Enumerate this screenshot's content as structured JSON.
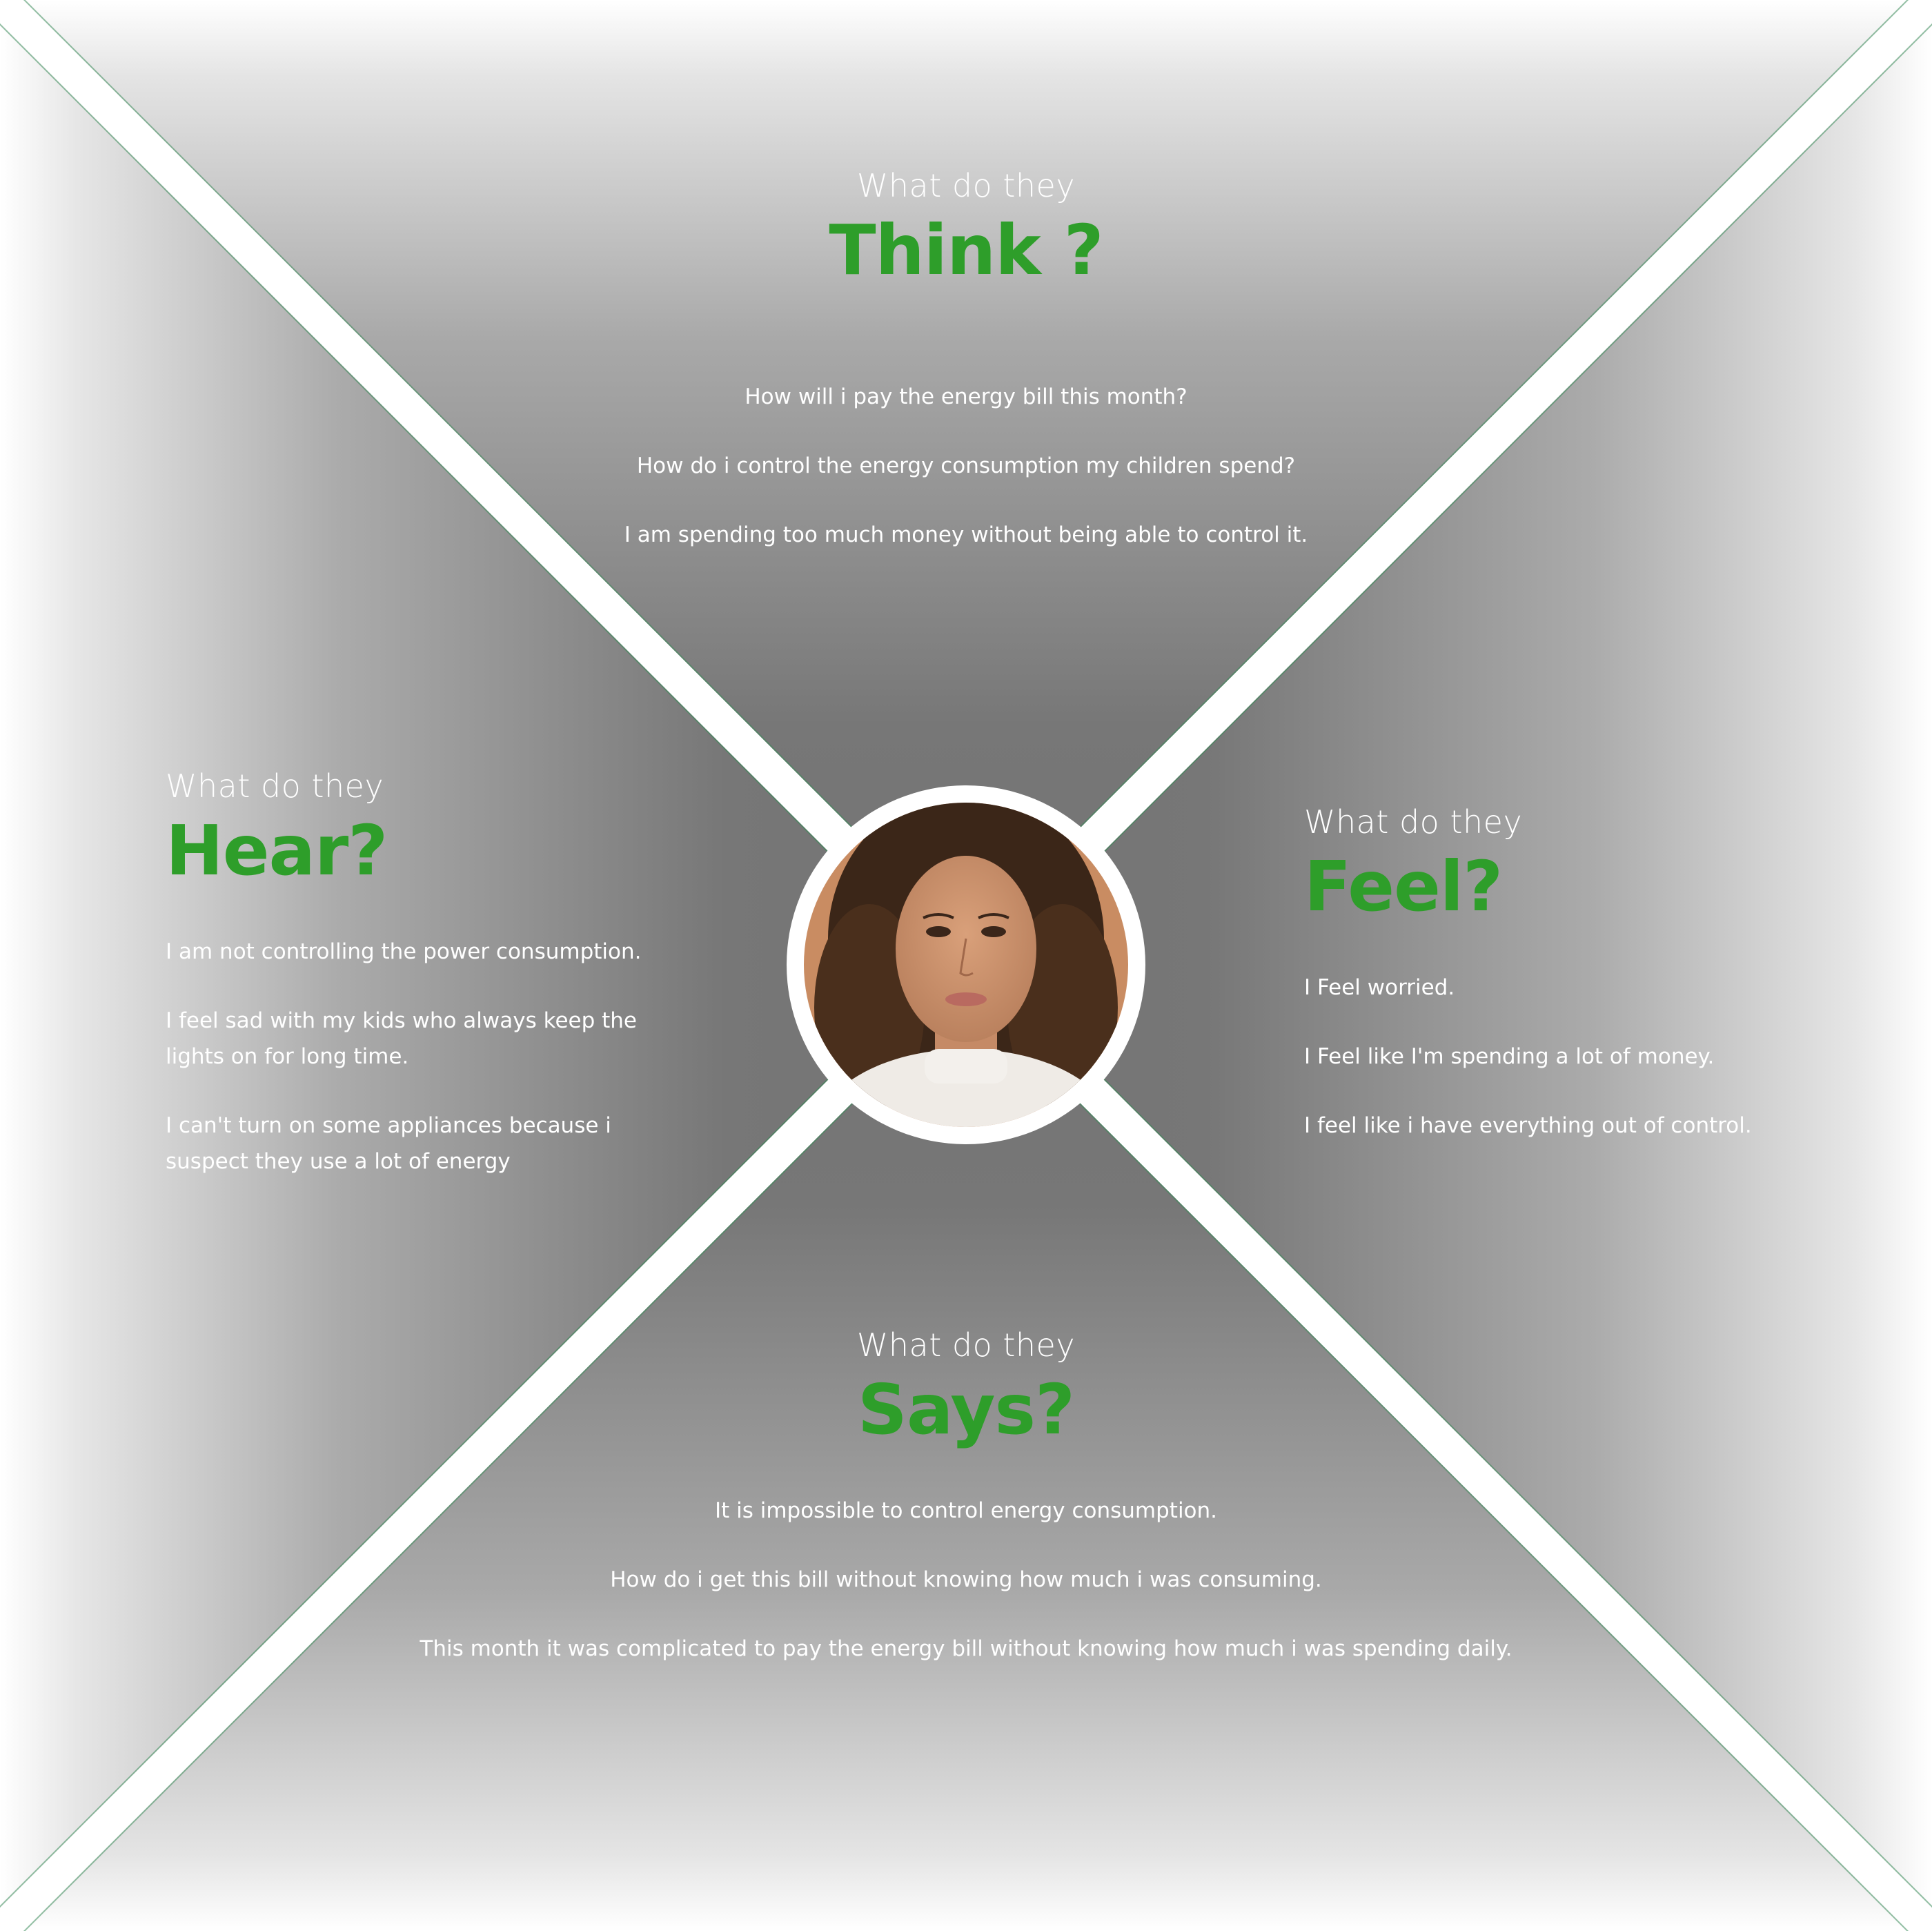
{
  "colors": {
    "accent": "#2e9e2a",
    "text": "#ffffff",
    "quadrant_dark": "#767676",
    "divider": "#ffffff",
    "divider_edge": "#3a8a5a",
    "photo_bg": "#c48a63"
  },
  "center": {
    "image": "portrait-photo"
  },
  "think": {
    "prefix": "What do they",
    "title": "Think ?",
    "lines": [
      "How will i pay the energy bill this month?",
      "How do i control the energy consumption my children spend?",
      "I am spending too much money without being able to control it."
    ]
  },
  "hear": {
    "prefix": "What do they",
    "title": "Hear?",
    "lines": [
      "I am not controlling the power consumption.",
      "I feel sad with my kids who always keep the",
      "lights on for long time.",
      "I can't turn on some appliances because i",
      "suspect they use a lot of energy"
    ]
  },
  "feel": {
    "prefix": "What do they",
    "title": "Feel?",
    "lines": [
      "I Feel worried.",
      "I Feel like I'm spending a lot of money.",
      "I feel like i have everything out of control."
    ]
  },
  "says": {
    "prefix": "What do they",
    "title": "Says?",
    "lines": [
      "It is impossible to control energy consumption.",
      "How do i get this bill without knowing how much i was consuming.",
      "This month it was complicated to pay the energy bill without knowing how much i was spending daily."
    ]
  }
}
